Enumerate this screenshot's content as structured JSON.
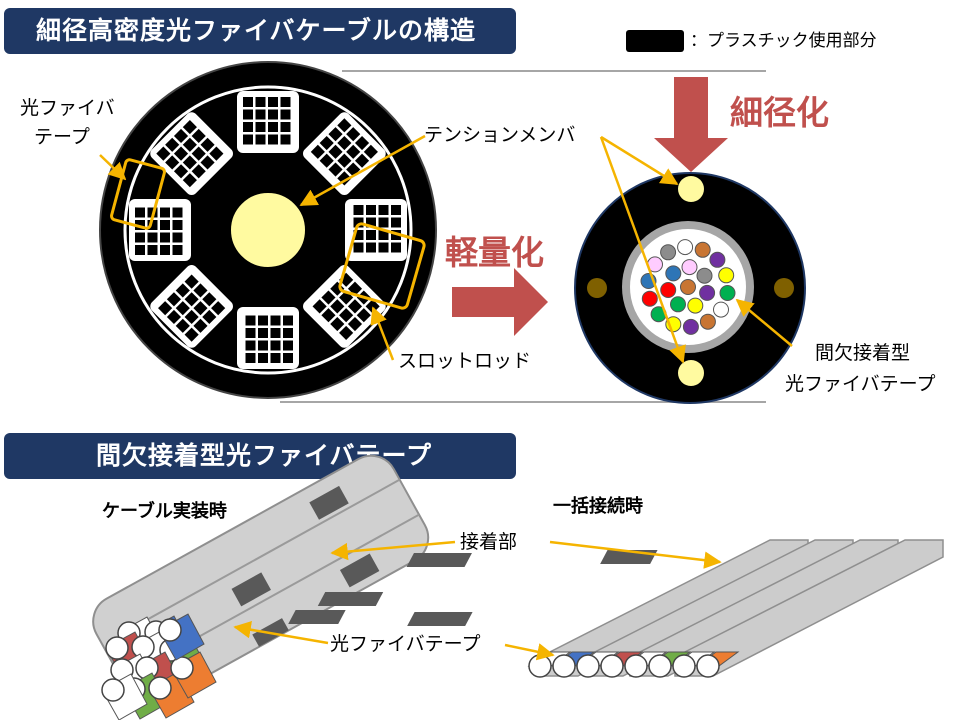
{
  "sections": {
    "structure_title": "細径高密度光ファイバケーブルの構造",
    "ribbon_title": "間欠接着型光ファイバテープ"
  },
  "legend": {
    "label": "：プラスチック使用部分",
    "swatch_color": "#000000"
  },
  "labels": {
    "fiber_tape_line1": "光ファイバ",
    "fiber_tape_line2": "テープ",
    "tension_member": "テンションメンバ",
    "slot_rod": "スロットロッド",
    "intermittent_line1": "間欠接着型",
    "intermittent_line2": "光ファイバテープ",
    "thinner": "細径化",
    "lighter": "軽量化",
    "mounted": "ケーブル実装時",
    "mass_splice": "一括接続時",
    "bond_part": "接着部",
    "fiber_tape": "光ファイバテープ"
  },
  "colors": {
    "banner": "#1f3864",
    "emphasis_red": "#c0504d",
    "callout": "#f5b400",
    "tension_member_fill": "#fffaa0",
    "ribbon_grey": "#c9c9c9"
  },
  "fiber_colors": [
    "#4472c4",
    "#c0504d",
    "#70ad47",
    "#ed7d31",
    "#ffffff"
  ],
  "cable_fiber_colors": [
    "#c87533",
    "#7030a0",
    "#ffff00",
    "#00b050",
    "#ff0000",
    "#2e75b6",
    "#ffccff",
    "#8c8c8c",
    "#ffffff"
  ]
}
